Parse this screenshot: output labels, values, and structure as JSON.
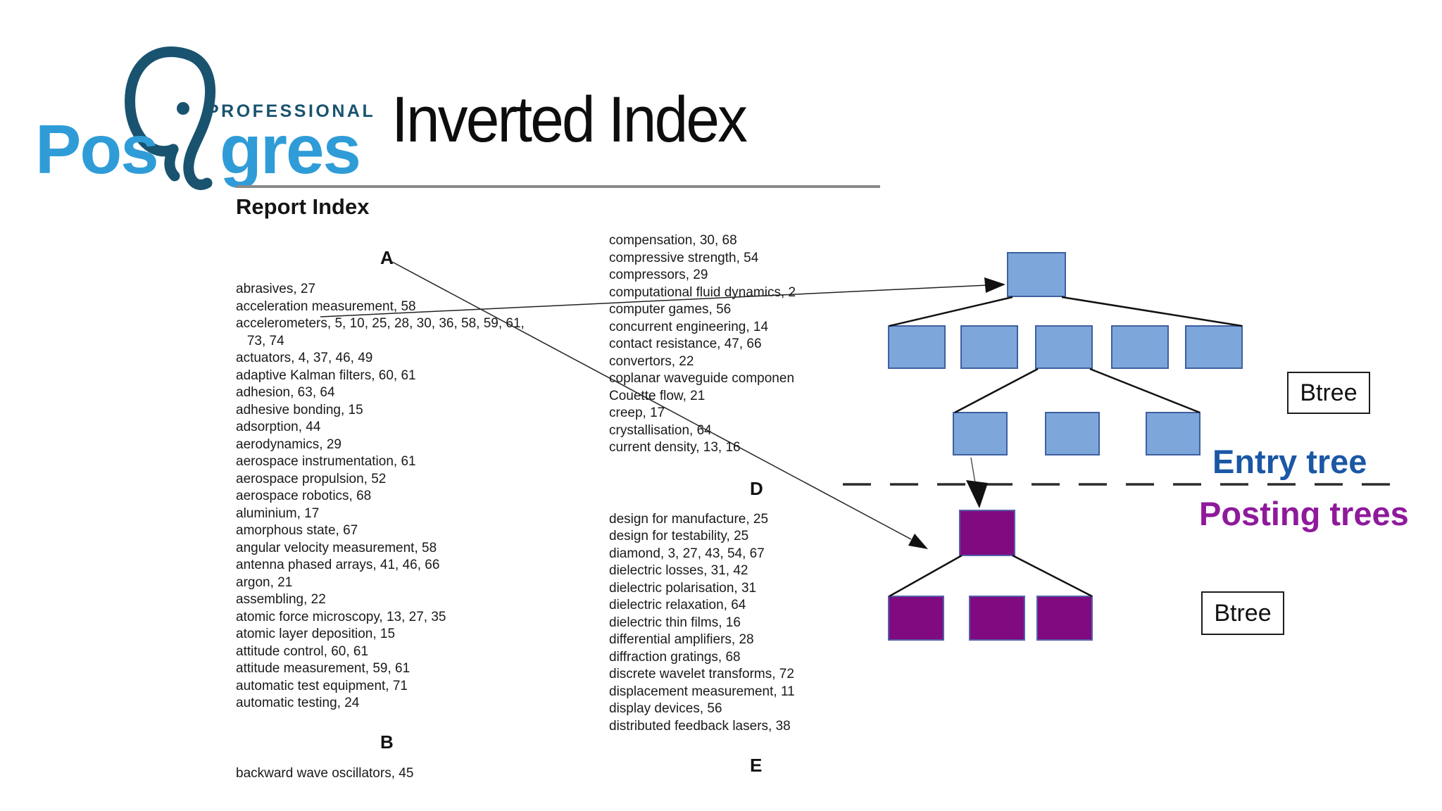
{
  "logo": {
    "brand_pre": "Pos",
    "brand_post": "gres",
    "professional": "PROFESSIONAL"
  },
  "title": "Inverted Index",
  "report": {
    "heading": "Report Index",
    "col1_sections": [
      {
        "letter": "A",
        "entries": [
          "abrasives, 27",
          "acceleration measurement, 58",
          "accelerometers, 5, 10, 25, 28, 30, 36, 58, 59, 61,",
          "   73, 74",
          "actuators, 4, 37, 46, 49",
          "adaptive Kalman filters, 60, 61",
          "adhesion, 63, 64",
          "adhesive bonding, 15",
          "adsorption, 44",
          "aerodynamics, 29",
          "aerospace instrumentation, 61",
          "aerospace propulsion, 52",
          "aerospace robotics, 68",
          "aluminium, 17",
          "amorphous state, 67",
          "angular velocity measurement, 58",
          "antenna phased arrays, 41, 46, 66",
          "argon, 21",
          "assembling, 22",
          "atomic force microscopy, 13, 27, 35",
          "atomic layer deposition, 15",
          "attitude control, 60, 61",
          "attitude measurement, 59, 61",
          "automatic test equipment, 71",
          "automatic testing, 24"
        ]
      },
      {
        "letter": "B",
        "entries": [
          "backward wave oscillators, 45"
        ]
      }
    ],
    "col2_intro_entries": [
      "compensation, 30, 68",
      "compressive strength, 54",
      "compressors, 29",
      "computational fluid dynamics, 2",
      "computer games, 56",
      "concurrent engineering, 14",
      "contact resistance, 47, 66",
      "convertors, 22",
      "coplanar waveguide componen",
      "Couette flow, 21",
      "creep, 17",
      "crystallisation, 64",
      "current density, 13, 16"
    ],
    "col2_sections": [
      {
        "letter": "D",
        "entries": [
          "design for manufacture, 25",
          "design for testability, 25",
          "diamond, 3, 27, 43, 54, 67",
          "dielectric losses, 31, 42",
          "dielectric polarisation, 31",
          "dielectric relaxation, 64",
          "dielectric thin films, 16",
          "differential amplifiers, 28",
          "diffraction gratings, 68",
          "discrete wavelet transforms, 72",
          "displacement measurement, 11",
          "display devices, 56",
          "distributed feedback lasers, 38"
        ]
      },
      {
        "letter": "E",
        "entries": []
      }
    ]
  },
  "diagram": {
    "btree_label_top": "Btree",
    "btree_label_bottom": "Btree",
    "entry_tree_label": "Entry tree",
    "posting_trees_label": "Posting trees",
    "colors": {
      "entry_node_fill": "#7da7db",
      "entry_node_border": "#3f5fa0",
      "posting_node_fill": "#800a80",
      "posting_node_border": "#5560aa",
      "entry_label_color": "#1a57a5",
      "posting_label_color": "#8e1a9b"
    }
  }
}
